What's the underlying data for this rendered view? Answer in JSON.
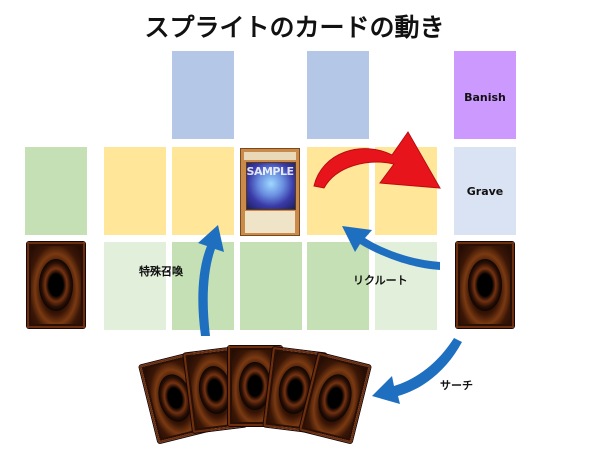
{
  "title": "スプライトのカードの動き",
  "zones": {
    "banish": "Banish",
    "grave": "Grave"
  },
  "annotations": {
    "special_summon": "特殊召喚",
    "recruit": "リクルート",
    "search": "サーチ"
  },
  "card": {
    "watermark": "SAMPLE"
  },
  "colors": {
    "blue_zone": "#b4c7e7",
    "monster_zone": "#ffe699",
    "spell_zone": "#c5e0b4",
    "spell_zone_light": "#e2efda",
    "banish_zone": "#cc99ff",
    "grave_zone": "#dae3f3",
    "red_arrow": "#e8141c",
    "blue_arrow": "#1f6fc0"
  }
}
